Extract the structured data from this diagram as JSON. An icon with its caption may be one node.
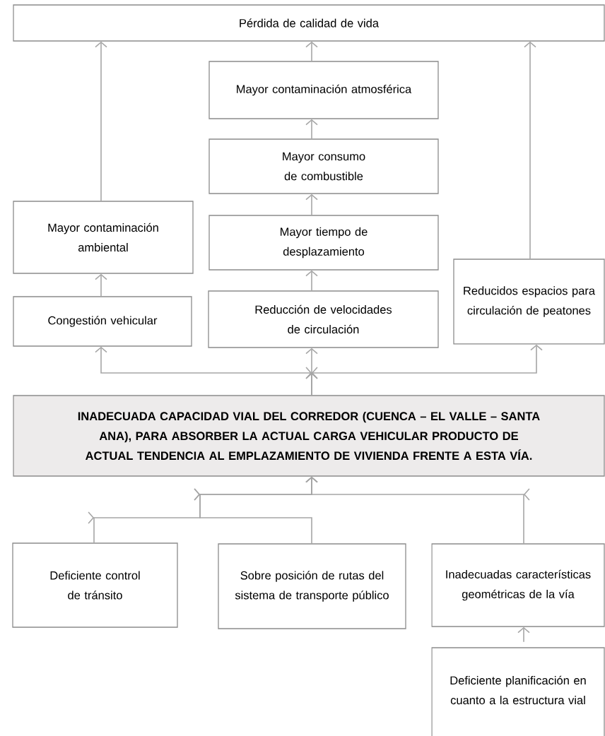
{
  "diagram": {
    "nodes": [
      {
        "text": [
          "Pérdida de calidad de vida"
        ]
      },
      {
        "text": [
          "Mayor contaminación atmosférica"
        ]
      },
      {
        "text": [
          "Mayor consumo de combustible"
        ]
      },
      {
        "text": [
          "Mayor contaminación ambiental"
        ]
      },
      {
        "text": [
          "Mayor tiempo de desplazamiento"
        ]
      },
      {
        "text": [
          "Congestión vehicular"
        ]
      },
      {
        "text": [
          "Reducción de velocidades de circulación"
        ]
      },
      {
        "text": [
          "Reducidos espacios para circulación de peatones"
        ]
      },
      {
        "text": [
          "INADECUADA CAPACIDAD VIAL DEL CORREDOR (CUENCA – EL VALLE – SANTA ANA), PARA ABSORBER LA ACTUAL CARGA VEHICULAR PRODUCTO DE ACTUAL TENDENCIA AL EMPLAZAMIENTO DE VIVIENDA FRENTE A ESTA VÍA."
        ]
      },
      {
        "text": [
          "Deficiente control de tránsito"
        ]
      },
      {
        "text": [
          "Sobre posición de rutas del sistema de transporte público"
        ]
      },
      {
        "text": [
          "Inadecuadas características geométricas de la vía"
        ]
      },
      {
        "text": [
          "Deficiente planificación en cuanto a la estructura vial"
        ]
      }
    ],
    "edges": [
      {
        "from": 3,
        "to": 0,
        "arrow": "to"
      },
      {
        "from": 1,
        "to": 0,
        "arrow": "to"
      },
      {
        "from": 7,
        "to": 0,
        "arrow": "to"
      },
      {
        "from": 2,
        "to": 1,
        "arrow": "to"
      },
      {
        "from": 4,
        "to": 2,
        "arrow": "to"
      },
      {
        "from": 6,
        "to": 4,
        "arrow": "to"
      },
      {
        "from": 5,
        "to": 3,
        "arrow": "to"
      },
      {
        "from": 8,
        "to": 5,
        "arrow": "to"
      },
      {
        "from": 8,
        "to": 6,
        "arrow": "to"
      },
      {
        "from": 8,
        "to": 7,
        "arrow": "to"
      },
      {
        "from": 9,
        "to": 8,
        "arrow": "to"
      },
      {
        "from": 10,
        "to": 8,
        "arrow": "to"
      },
      {
        "from": 11,
        "to": 8,
        "arrow": "to"
      },
      {
        "from": 12,
        "to": 11,
        "arrow": "to"
      }
    ]
  }
}
